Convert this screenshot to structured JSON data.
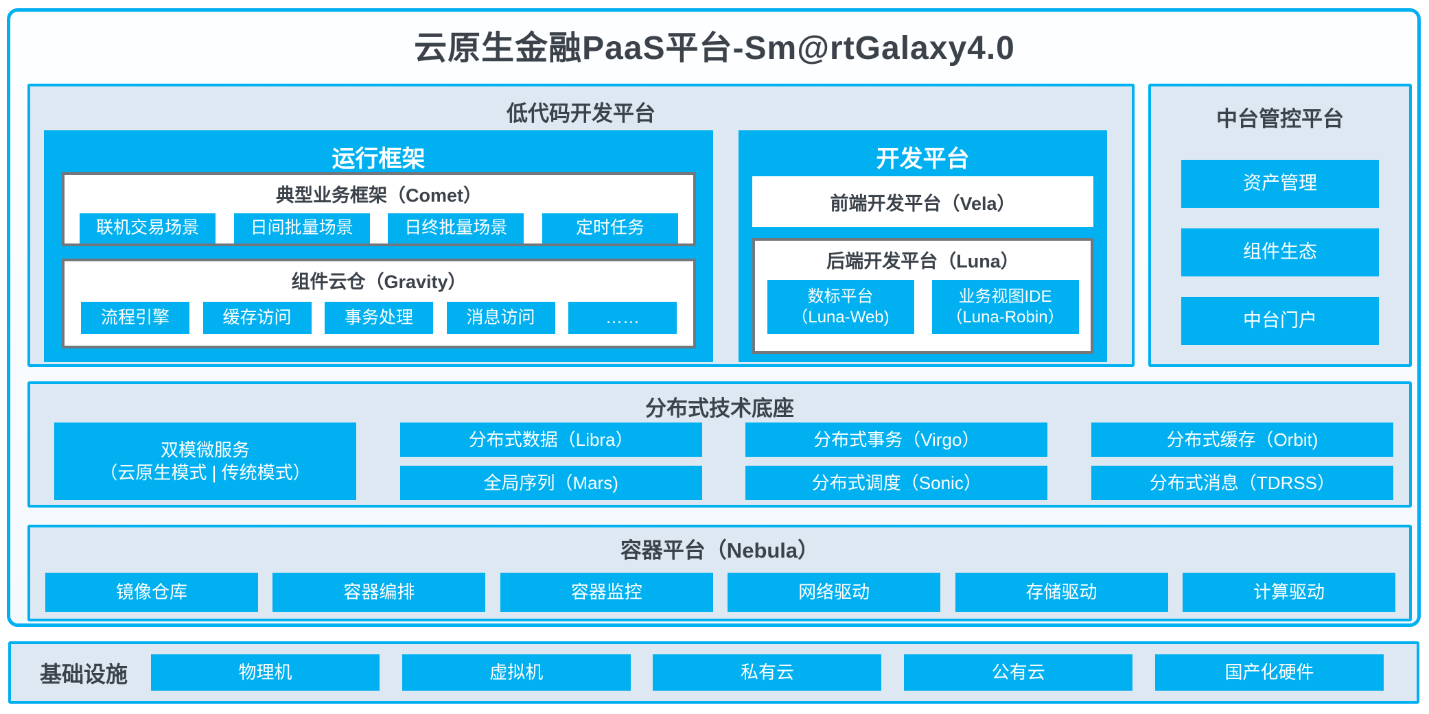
{
  "title": "云原生金融PaaS平台-Sm@rtGalaxy4.0",
  "colors": {
    "accent_blue": "#00b0f0",
    "panel_fill": "#dee8f3",
    "gray_border": "#71777c",
    "dark_text": "#3b424a",
    "white": "#ffffff"
  },
  "lowcode": {
    "title": "低代码开发平台",
    "runtime": {
      "title": "运行框架",
      "comet": {
        "title": "典型业务框架（Comet）",
        "items": [
          "联机交易场景",
          "日间批量场景",
          "日终批量场景",
          "定时任务"
        ]
      },
      "gravity": {
        "title": "组件云仓（Gravity）",
        "items": [
          "流程引擎",
          "缓存访问",
          "事务处理",
          "消息访问",
          "……"
        ]
      }
    },
    "dev": {
      "title": "开发平台",
      "vela": "前端开发平台（Vela）",
      "luna": {
        "title": "后端开发平台（Luna）",
        "items": [
          {
            "line1": "数标平台",
            "line2": "（Luna-Web)"
          },
          {
            "line1": "业务视图IDE",
            "line2": "（Luna-Robin）"
          }
        ]
      }
    }
  },
  "midplatform": {
    "title": "中台管控平台",
    "items": [
      "资产管理",
      "组件生态",
      "中台门户"
    ]
  },
  "distributed": {
    "title": "分布式技术底座",
    "dual": {
      "line1": "双模微服务",
      "line2": "（云原生模式 | 传统模式）"
    },
    "columns": [
      [
        "分布式数据（Libra）",
        "全局序列（Mars)"
      ],
      [
        "分布式事务（Virgo）",
        "分布式调度（Sonic）"
      ],
      [
        "分布式缓存（Orbit)",
        "分布式消息（TDRSS）"
      ]
    ]
  },
  "container": {
    "title": "容器平台（Nebula）",
    "items": [
      "镜像仓库",
      "容器编排",
      "容器监控",
      "网络驱动",
      "存储驱动",
      "计算驱动"
    ]
  },
  "infrastructure": {
    "label": "基础设施",
    "items": [
      "物理机",
      "虚拟机",
      "私有云",
      "公有云",
      "国产化硬件"
    ]
  }
}
